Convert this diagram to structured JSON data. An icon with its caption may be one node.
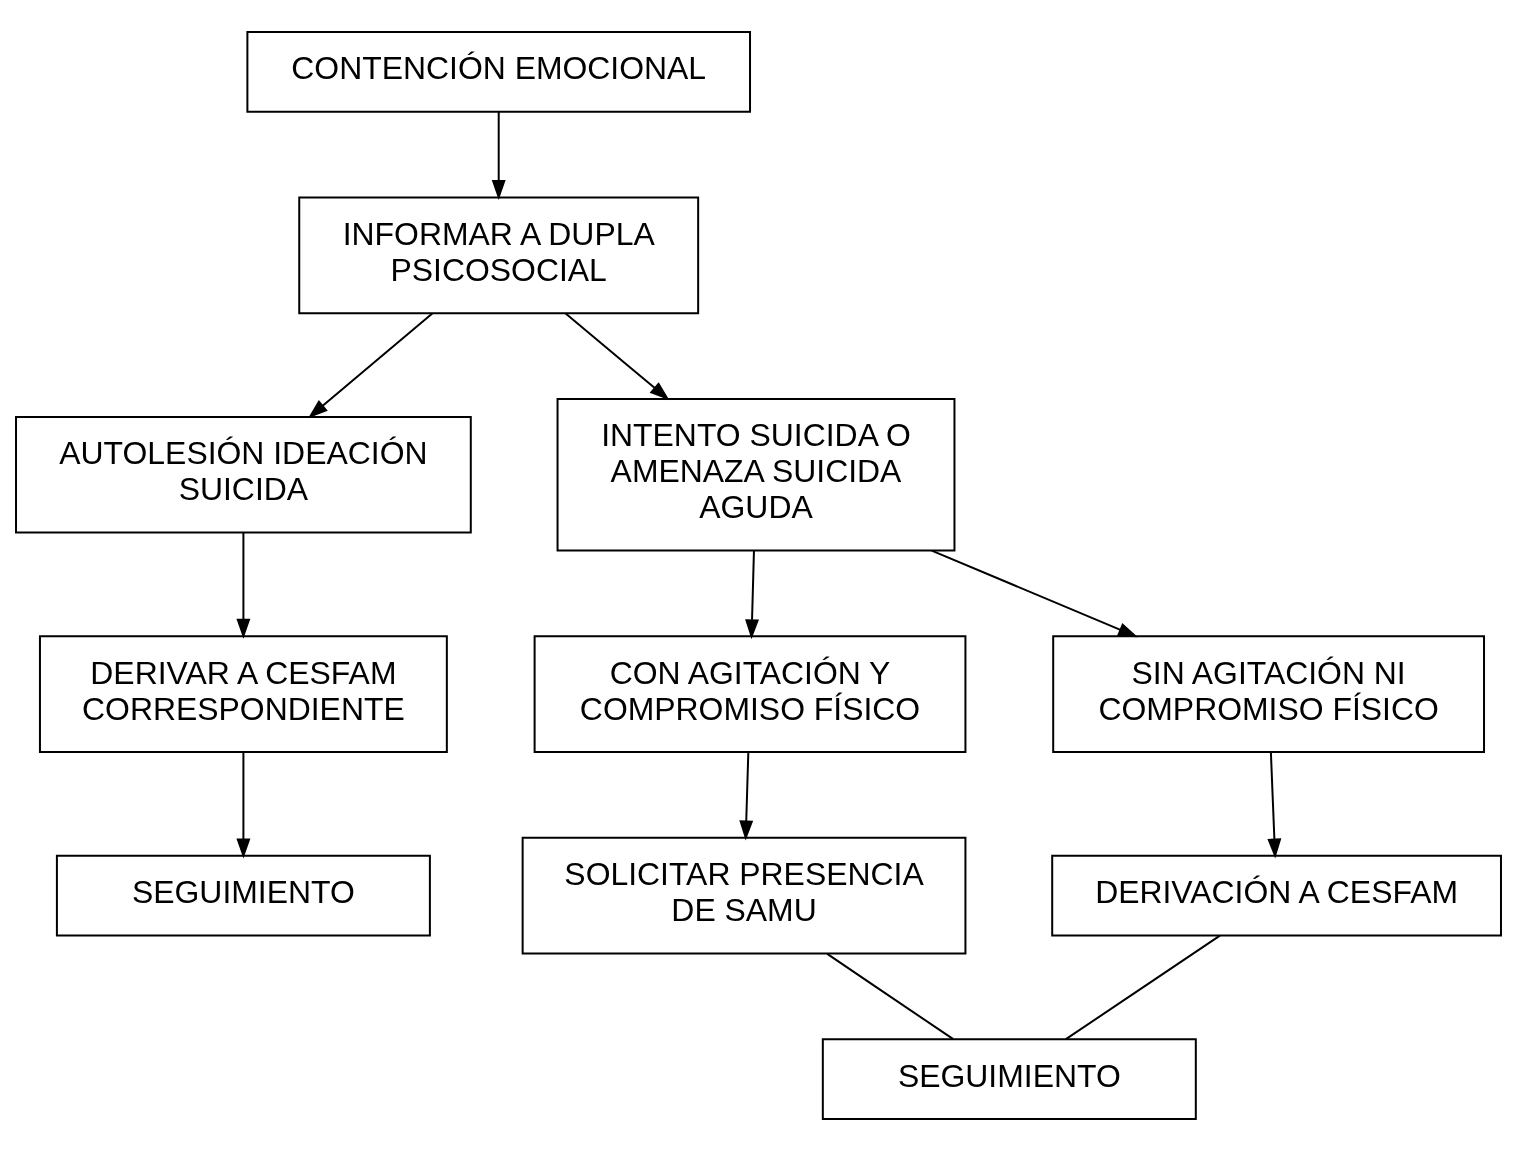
{
  "diagram": {
    "nodes": [
      {
        "text": [
          "CONTENCIÓN EMOCIONAL"
        ]
      },
      {
        "text": [
          "INFORMAR A DUPLA PSICOSOCIAL"
        ]
      },
      {
        "text": [
          "AUTOLESIÓN IDEACIÓN SUICIDA"
        ]
      },
      {
        "text": [
          "INTENTO SUICIDA O AMENAZA SUICIDA AGUDA"
        ]
      },
      {
        "text": [
          "DERIVAR A CESFAM CORRESPONDIENTE"
        ]
      },
      {
        "text": [
          "CON AGITACIÓN Y COMPROMISO FÍSICO"
        ]
      },
      {
        "text": [
          "SIN AGITACIÓN NI COMPROMISO FÍSICO"
        ]
      },
      {
        "text": [
          "SEGUIMIENTO"
        ]
      },
      {
        "text": [
          "SOLICITAR PRESENCIA DE SAMU"
        ]
      },
      {
        "text": [
          "DERIVACIÓN A CESFAM"
        ]
      },
      {
        "text": [
          "SEGUIMIENTO"
        ]
      }
    ],
    "edges": [
      {
        "from": 0,
        "to": 1,
        "arrow": "to"
      },
      {
        "from": 1,
        "to": 2,
        "arrow": "to"
      },
      {
        "from": 1,
        "to": 3,
        "arrow": "to"
      },
      {
        "from": 2,
        "to": 4,
        "arrow": "to"
      },
      {
        "from": 4,
        "to": 7,
        "arrow": "to"
      },
      {
        "from": 3,
        "to": 5,
        "arrow": "to"
      },
      {
        "from": 3,
        "to": 6,
        "arrow": "to"
      },
      {
        "from": 5,
        "to": 8,
        "arrow": "to"
      },
      {
        "from": 6,
        "to": 9,
        "arrow": "to"
      },
      {
        "from": 8,
        "to": 10,
        "arrow": "none"
      },
      {
        "from": 9,
        "to": 10,
        "arrow": "none"
      }
    ]
  }
}
